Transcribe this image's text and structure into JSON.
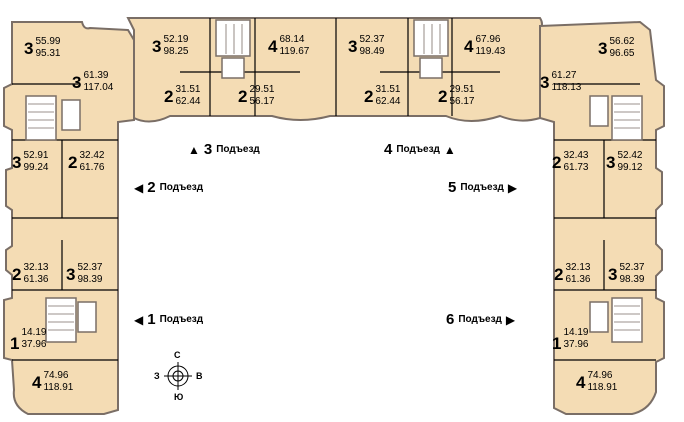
{
  "colors": {
    "floor": "#f4dcb4",
    "wall": "#7a6e66",
    "stair": "#ffffff",
    "line": "#000000"
  },
  "apartments": [
    {
      "id": "l1",
      "rooms": "3",
      "total": "55.99",
      "living": "95.31"
    },
    {
      "id": "l2",
      "rooms": "3",
      "total": "61.39",
      "living": "117.04"
    },
    {
      "id": "l3",
      "rooms": "3",
      "total": "52.91",
      "living": "99.24"
    },
    {
      "id": "l4",
      "rooms": "2",
      "total": "32.42",
      "living": "61.76"
    },
    {
      "id": "l5",
      "rooms": "2",
      "total": "32.13",
      "living": "61.36"
    },
    {
      "id": "l6",
      "rooms": "3",
      "total": "52.37",
      "living": "98.39"
    },
    {
      "id": "l7",
      "rooms": "1",
      "total": "14.19",
      "living": "37.96"
    },
    {
      "id": "l8",
      "rooms": "4",
      "total": "74.96",
      "living": "118.91"
    },
    {
      "id": "t1",
      "rooms": "3",
      "total": "52.19",
      "living": "98.25"
    },
    {
      "id": "t2",
      "rooms": "4",
      "total": "68.14",
      "living": "119.67"
    },
    {
      "id": "t3",
      "rooms": "2",
      "total": "31.51",
      "living": "62.44"
    },
    {
      "id": "t4",
      "rooms": "2",
      "total": "29.51",
      "living": "56.17"
    },
    {
      "id": "t5",
      "rooms": "3",
      "total": "52.37",
      "living": "98.49"
    },
    {
      "id": "t6",
      "rooms": "4",
      "total": "67.96",
      "living": "119.43"
    },
    {
      "id": "t7",
      "rooms": "2",
      "total": "31.51",
      "living": "62.44"
    },
    {
      "id": "t8",
      "rooms": "2",
      "total": "29.51",
      "living": "56.17"
    },
    {
      "id": "r1",
      "rooms": "3",
      "total": "56.62",
      "living": "96.65"
    },
    {
      "id": "r2",
      "rooms": "3",
      "total": "61.27",
      "living": "118.13"
    },
    {
      "id": "r3",
      "rooms": "2",
      "total": "32.43",
      "living": "61.73"
    },
    {
      "id": "r4",
      "rooms": "3",
      "total": "52.42",
      "living": "99.12"
    },
    {
      "id": "r5",
      "rooms": "2",
      "total": "32.13",
      "living": "61.36"
    },
    {
      "id": "r6",
      "rooms": "3",
      "total": "52.37",
      "living": "98.39"
    },
    {
      "id": "r7",
      "rooms": "1",
      "total": "14.19",
      "living": "37.96"
    },
    {
      "id": "r8",
      "rooms": "4",
      "total": "74.96",
      "living": "118.91"
    }
  ],
  "entrances": [
    {
      "number": "1",
      "label": "Подъезд",
      "arrow": "◀"
    },
    {
      "number": "2",
      "label": "Подъезд",
      "arrow": "◀"
    },
    {
      "number": "3",
      "label": "Подъезд",
      "arrow": "▲"
    },
    {
      "number": "4",
      "label": "Подъезд",
      "arrow": "▲"
    },
    {
      "number": "5",
      "label": "Подъезд",
      "arrow": "▶"
    },
    {
      "number": "6",
      "label": "Подъезд",
      "arrow": "▶"
    }
  ],
  "compass": {
    "north": "С",
    "south": "Ю",
    "west": "З",
    "east": "В"
  }
}
